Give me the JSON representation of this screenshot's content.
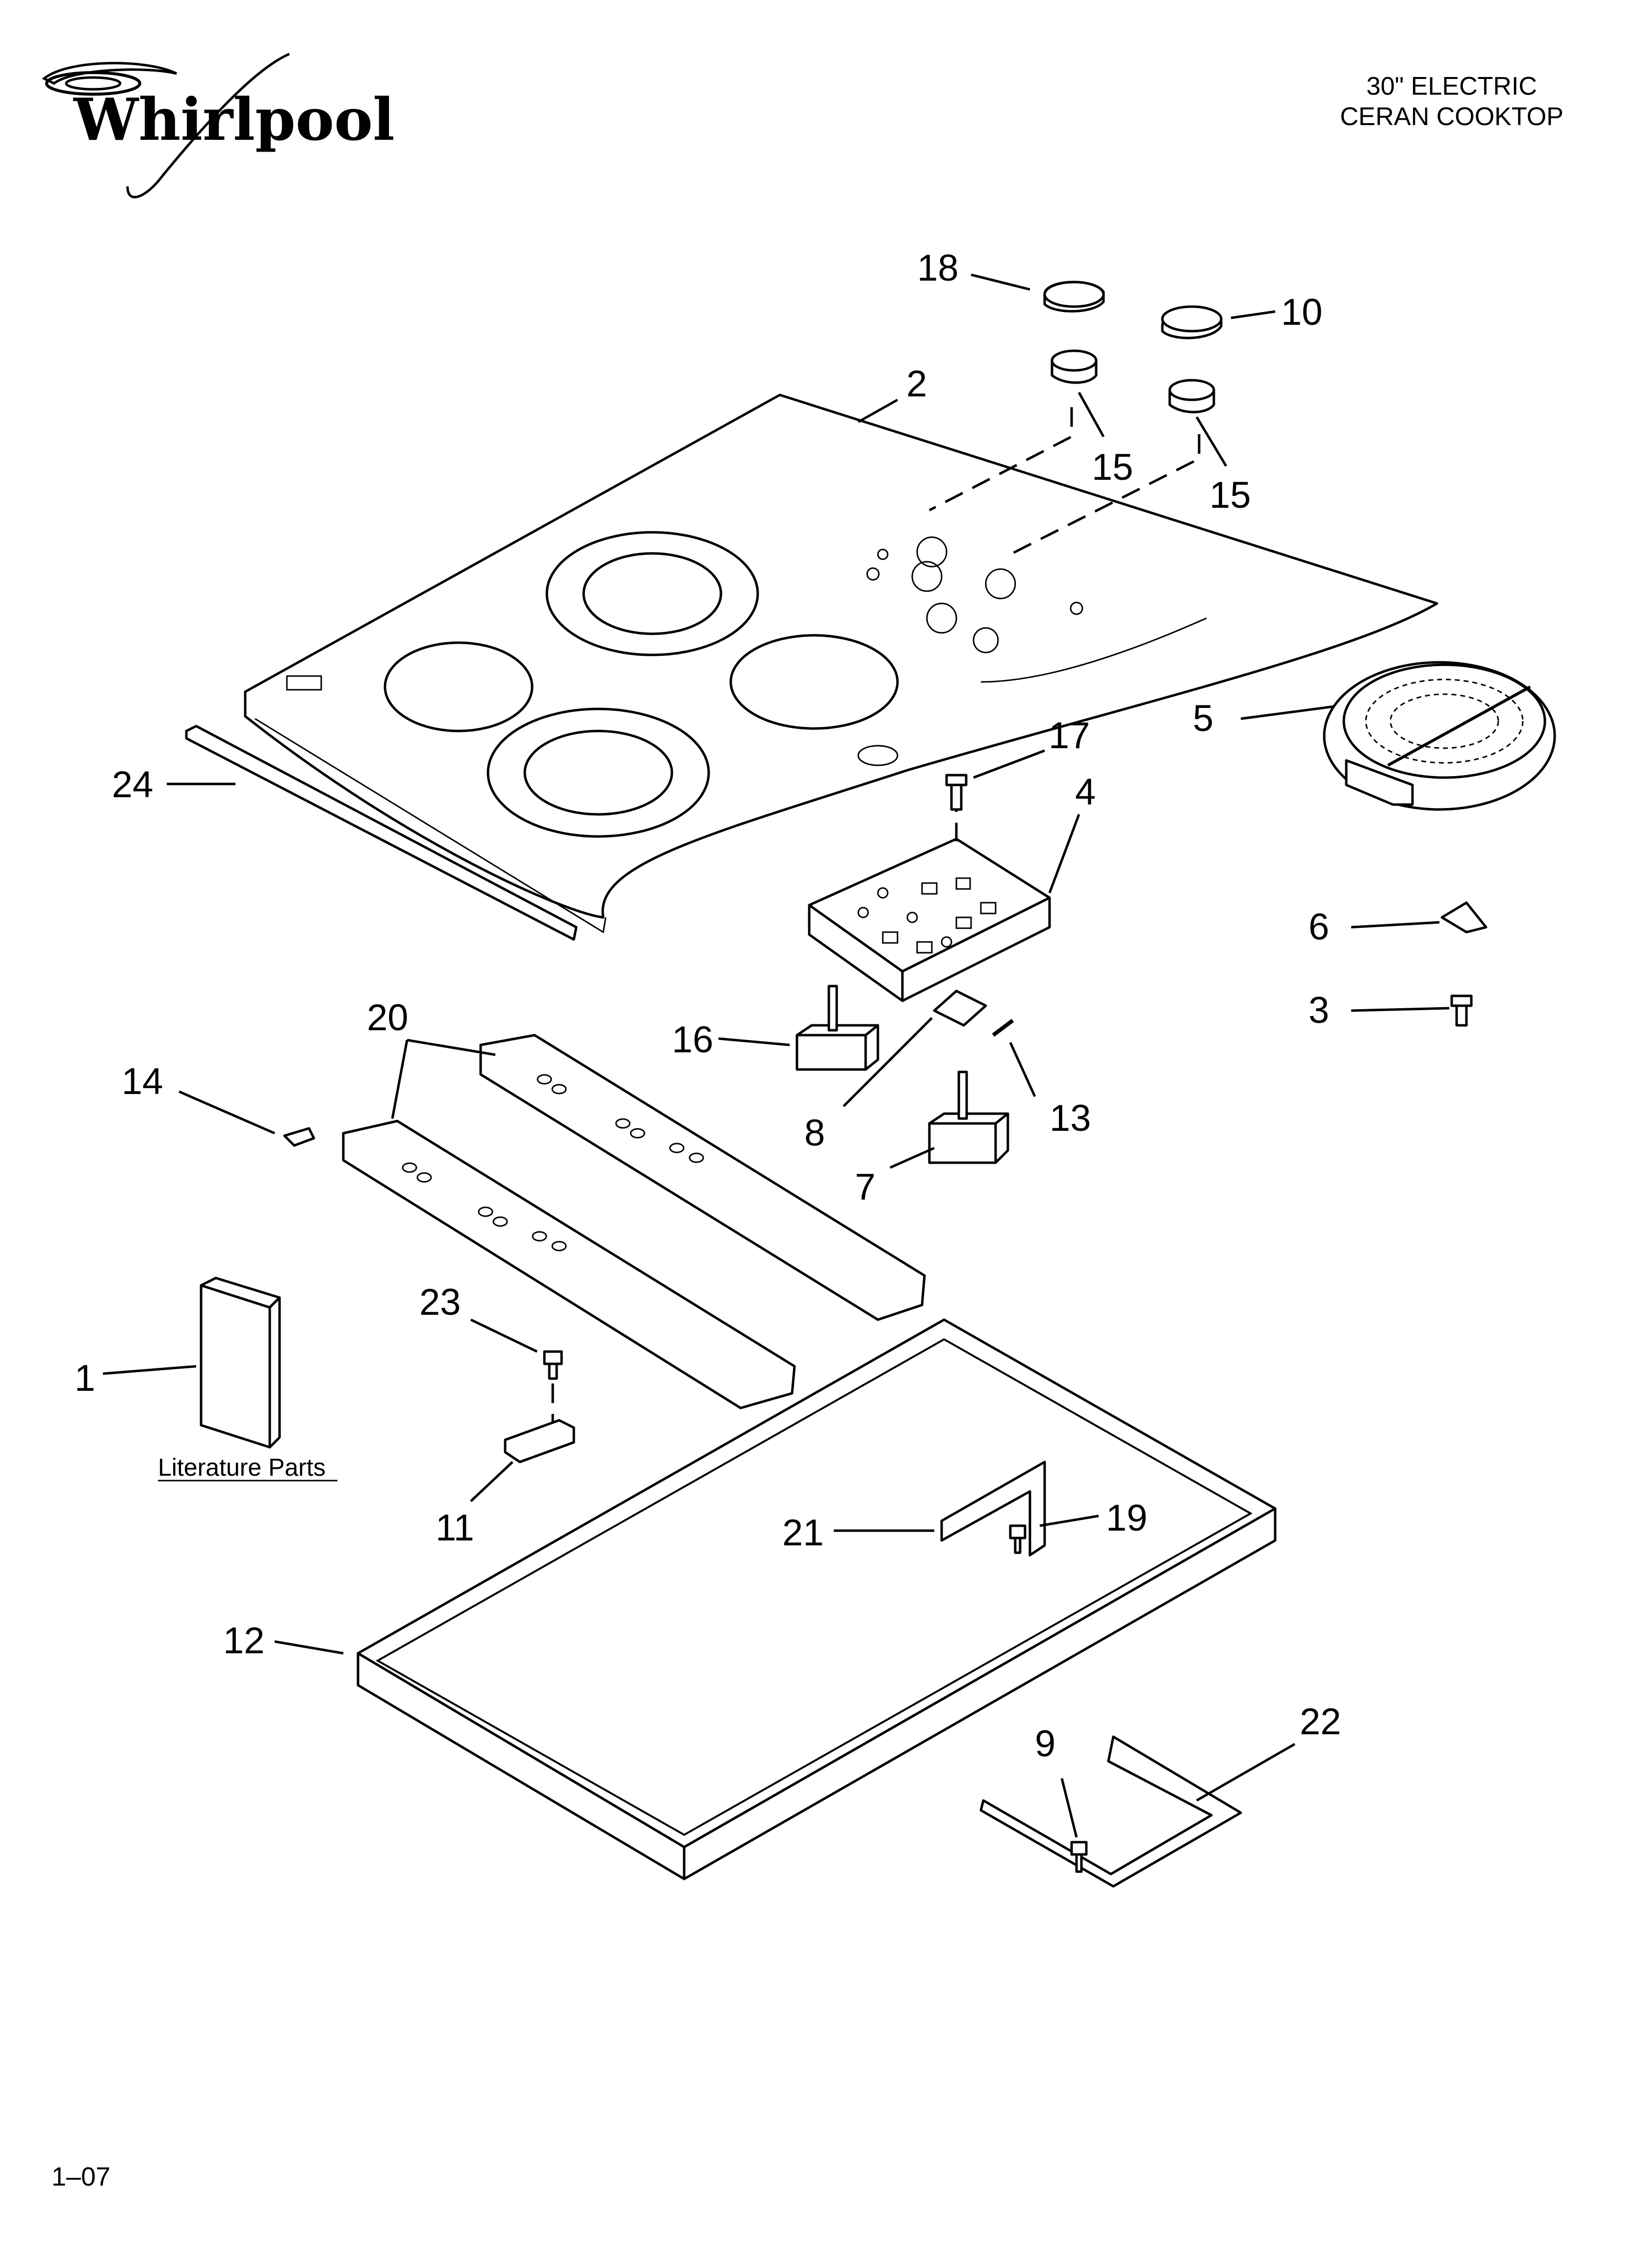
{
  "header": {
    "brand": "Whirlpool",
    "title_line1": "30\" ELECTRIC",
    "title_line2": "CERAN COOKTOP"
  },
  "callouts": [
    "18",
    "10",
    "2",
    "15",
    "15",
    "5",
    "17",
    "4",
    "24",
    "6",
    "3",
    "20",
    "16",
    "14",
    "8",
    "13",
    "7",
    "23",
    "1",
    "11",
    "21",
    "19",
    "12",
    "9",
    "22"
  ],
  "literature_label": "Literature Parts",
  "footer": {
    "code": "1–07"
  }
}
